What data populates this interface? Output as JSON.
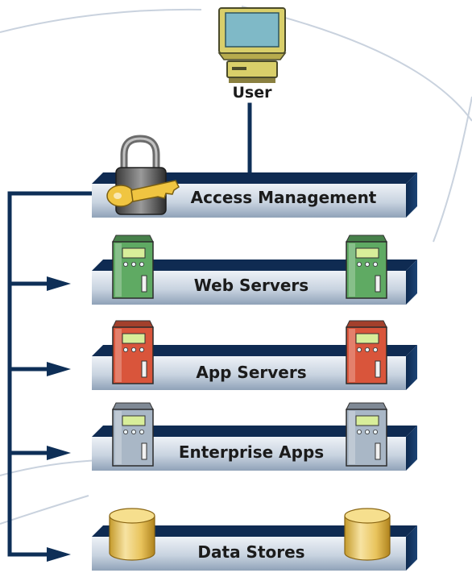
{
  "user": {
    "label": "User",
    "icon": "computer-icon"
  },
  "layers": [
    {
      "id": "access",
      "label": "Access Management",
      "icon": "lock-key-icon"
    },
    {
      "id": "web",
      "label": "Web Servers",
      "icon": "server-icon",
      "server_color": "#5faa63"
    },
    {
      "id": "app",
      "label": "App Servers",
      "icon": "server-icon",
      "server_color": "#d9553b"
    },
    {
      "id": "enterprise",
      "label": "Enterprise Apps",
      "icon": "server-icon",
      "server_color": "#a9b7c6"
    },
    {
      "id": "data",
      "label": "Data Stores",
      "icon": "database-cylinder-icon"
    }
  ],
  "colors": {
    "connector": "#0e2f57",
    "bar_top": "#0f2b52",
    "bar_face_light": "#e6edf5",
    "bar_face_dark": "#97a9be",
    "arc": "#c9d2de"
  }
}
